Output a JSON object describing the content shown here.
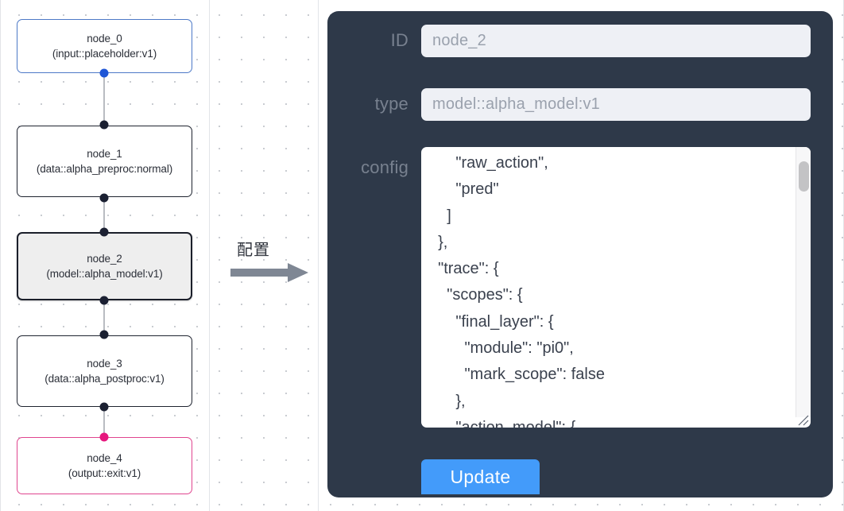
{
  "canvas": {
    "background_color": "#ffffff",
    "grid_dot_color": "#c9ccd1",
    "nodes": [
      {
        "id": "node_0",
        "title": "node_0",
        "subtitle": "(input::placeholder:v1)",
        "kind": "input",
        "border_color": "#4d79c7",
        "selected": false
      },
      {
        "id": "node_1",
        "title": "node_1",
        "subtitle": "(data::alpha_preproc:normal)",
        "kind": "data",
        "border_color": "#1f2430",
        "selected": false
      },
      {
        "id": "node_2",
        "title": "node_2",
        "subtitle": "(model::alpha_model:v1)",
        "kind": "model",
        "border_color": "#1b1f2a",
        "selected": true
      },
      {
        "id": "node_3",
        "title": "node_3",
        "subtitle": "(data::alpha_postproc:v1)",
        "kind": "data",
        "border_color": "#1f2430",
        "selected": false
      },
      {
        "id": "node_4",
        "title": "node_4",
        "subtitle": "(output::exit:v1)",
        "kind": "output",
        "border_color": "#e0458f",
        "selected": false
      }
    ]
  },
  "annotation": {
    "label": "配置",
    "arrow_color": "#7f8794",
    "icon": "right-arrow-icon"
  },
  "panel": {
    "background_color": "#2e3949",
    "fields": [
      {
        "key": "id",
        "label": "ID",
        "value": "node_2",
        "placeholder": "node_2"
      },
      {
        "key": "type",
        "label": "type",
        "value": "model::alpha_model:v1",
        "placeholder": "model::alpha_model:v1"
      },
      {
        "key": "config",
        "label": "config",
        "value": "      \"raw_action\",\n      \"pred\"\n    ]\n  },\n  \"trace\": {\n    \"scopes\": {\n      \"final_layer\": {\n        \"module\": \"pi0\",\n        \"mark_scope\": false\n      },\n      \"action_model\": {"
      }
    ],
    "update_button": {
      "label": "Update",
      "color": "#439bfa"
    },
    "scrollbar": {
      "thumb_color": "#c3c3c5",
      "position": "top"
    }
  }
}
